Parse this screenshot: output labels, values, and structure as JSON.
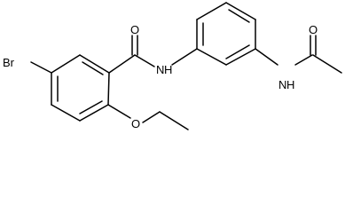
{
  "molecule": {
    "atoms": {
      "bromine": "Br",
      "carbonyl_oxygen_1": "O",
      "amide_nitrogen_1": "N",
      "amide_hydrogen_1": "H",
      "ether_oxygen": "O",
      "amide_nitrogen_2": "N",
      "amide_hydrogen_2": "H",
      "carbonyl_oxygen_2": "O"
    },
    "colors": {
      "bond": "#000000",
      "label": "#000000",
      "background": "#ffffff"
    }
  }
}
